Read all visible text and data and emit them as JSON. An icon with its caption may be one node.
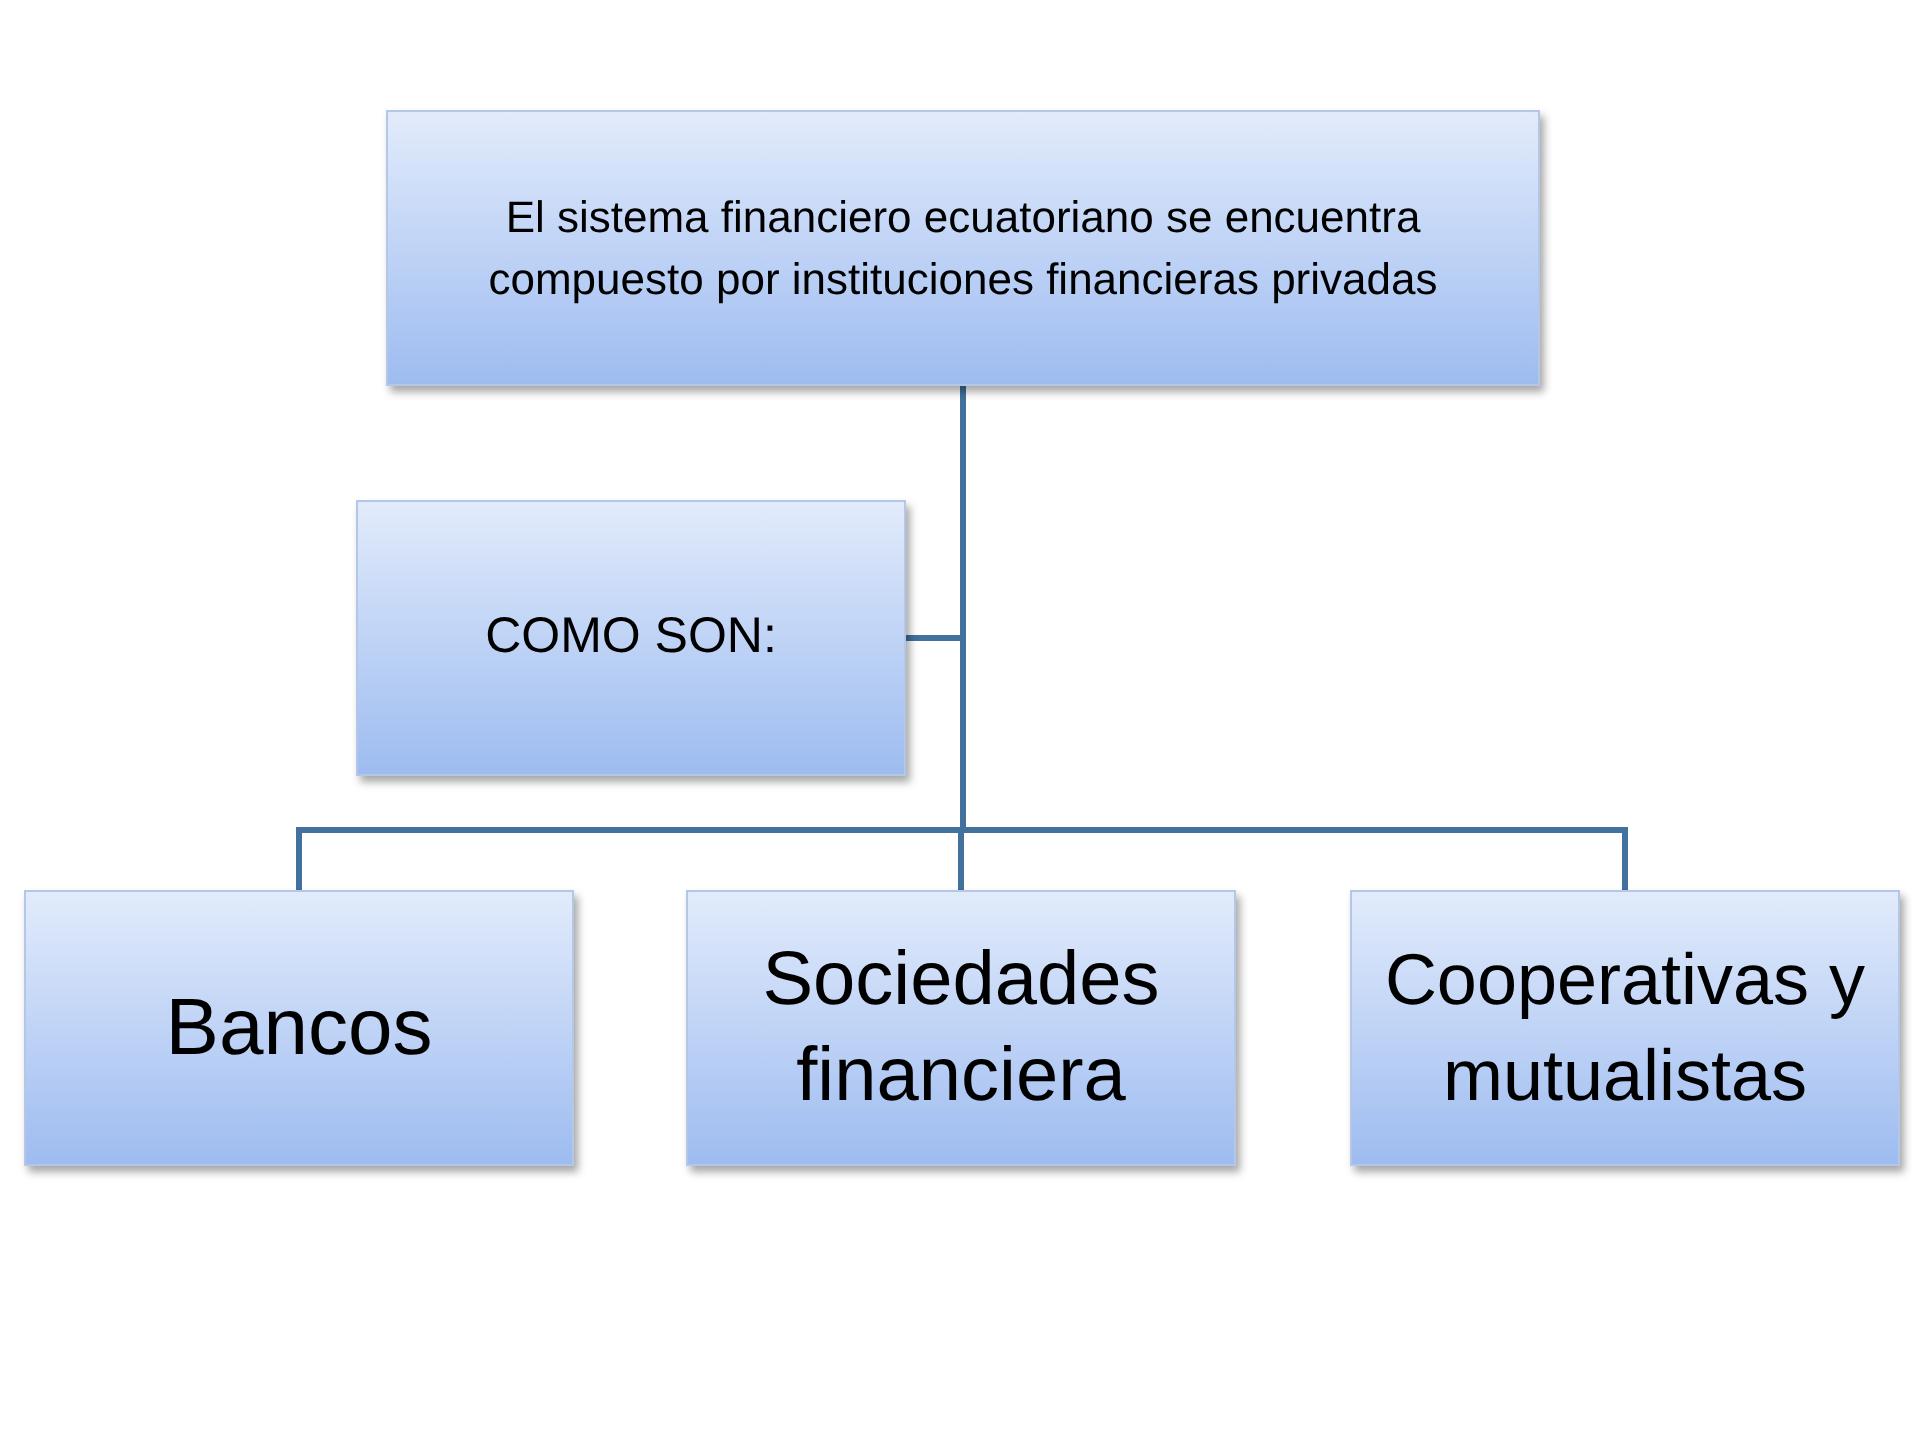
{
  "diagram": {
    "nodes": [
      {
        "text": [
          "El sistema financiero ecuatoriano se encuentra compuesto por instituciones financieras privadas"
        ]
      },
      {
        "text": [
          "COMO SON:"
        ]
      },
      {
        "text": [
          "Bancos"
        ]
      },
      {
        "text": [
          "Sociedades financiera"
        ]
      },
      {
        "text": [
          "Cooperativas y mutualistas"
        ]
      }
    ],
    "edges": [
      {
        "from": 0,
        "to": 1,
        "arrow": "none"
      },
      {
        "from": 0,
        "to": 2,
        "arrow": "none"
      },
      {
        "from": 0,
        "to": 3,
        "arrow": "none"
      },
      {
        "from": 0,
        "to": 4,
        "arrow": "none"
      }
    ]
  }
}
